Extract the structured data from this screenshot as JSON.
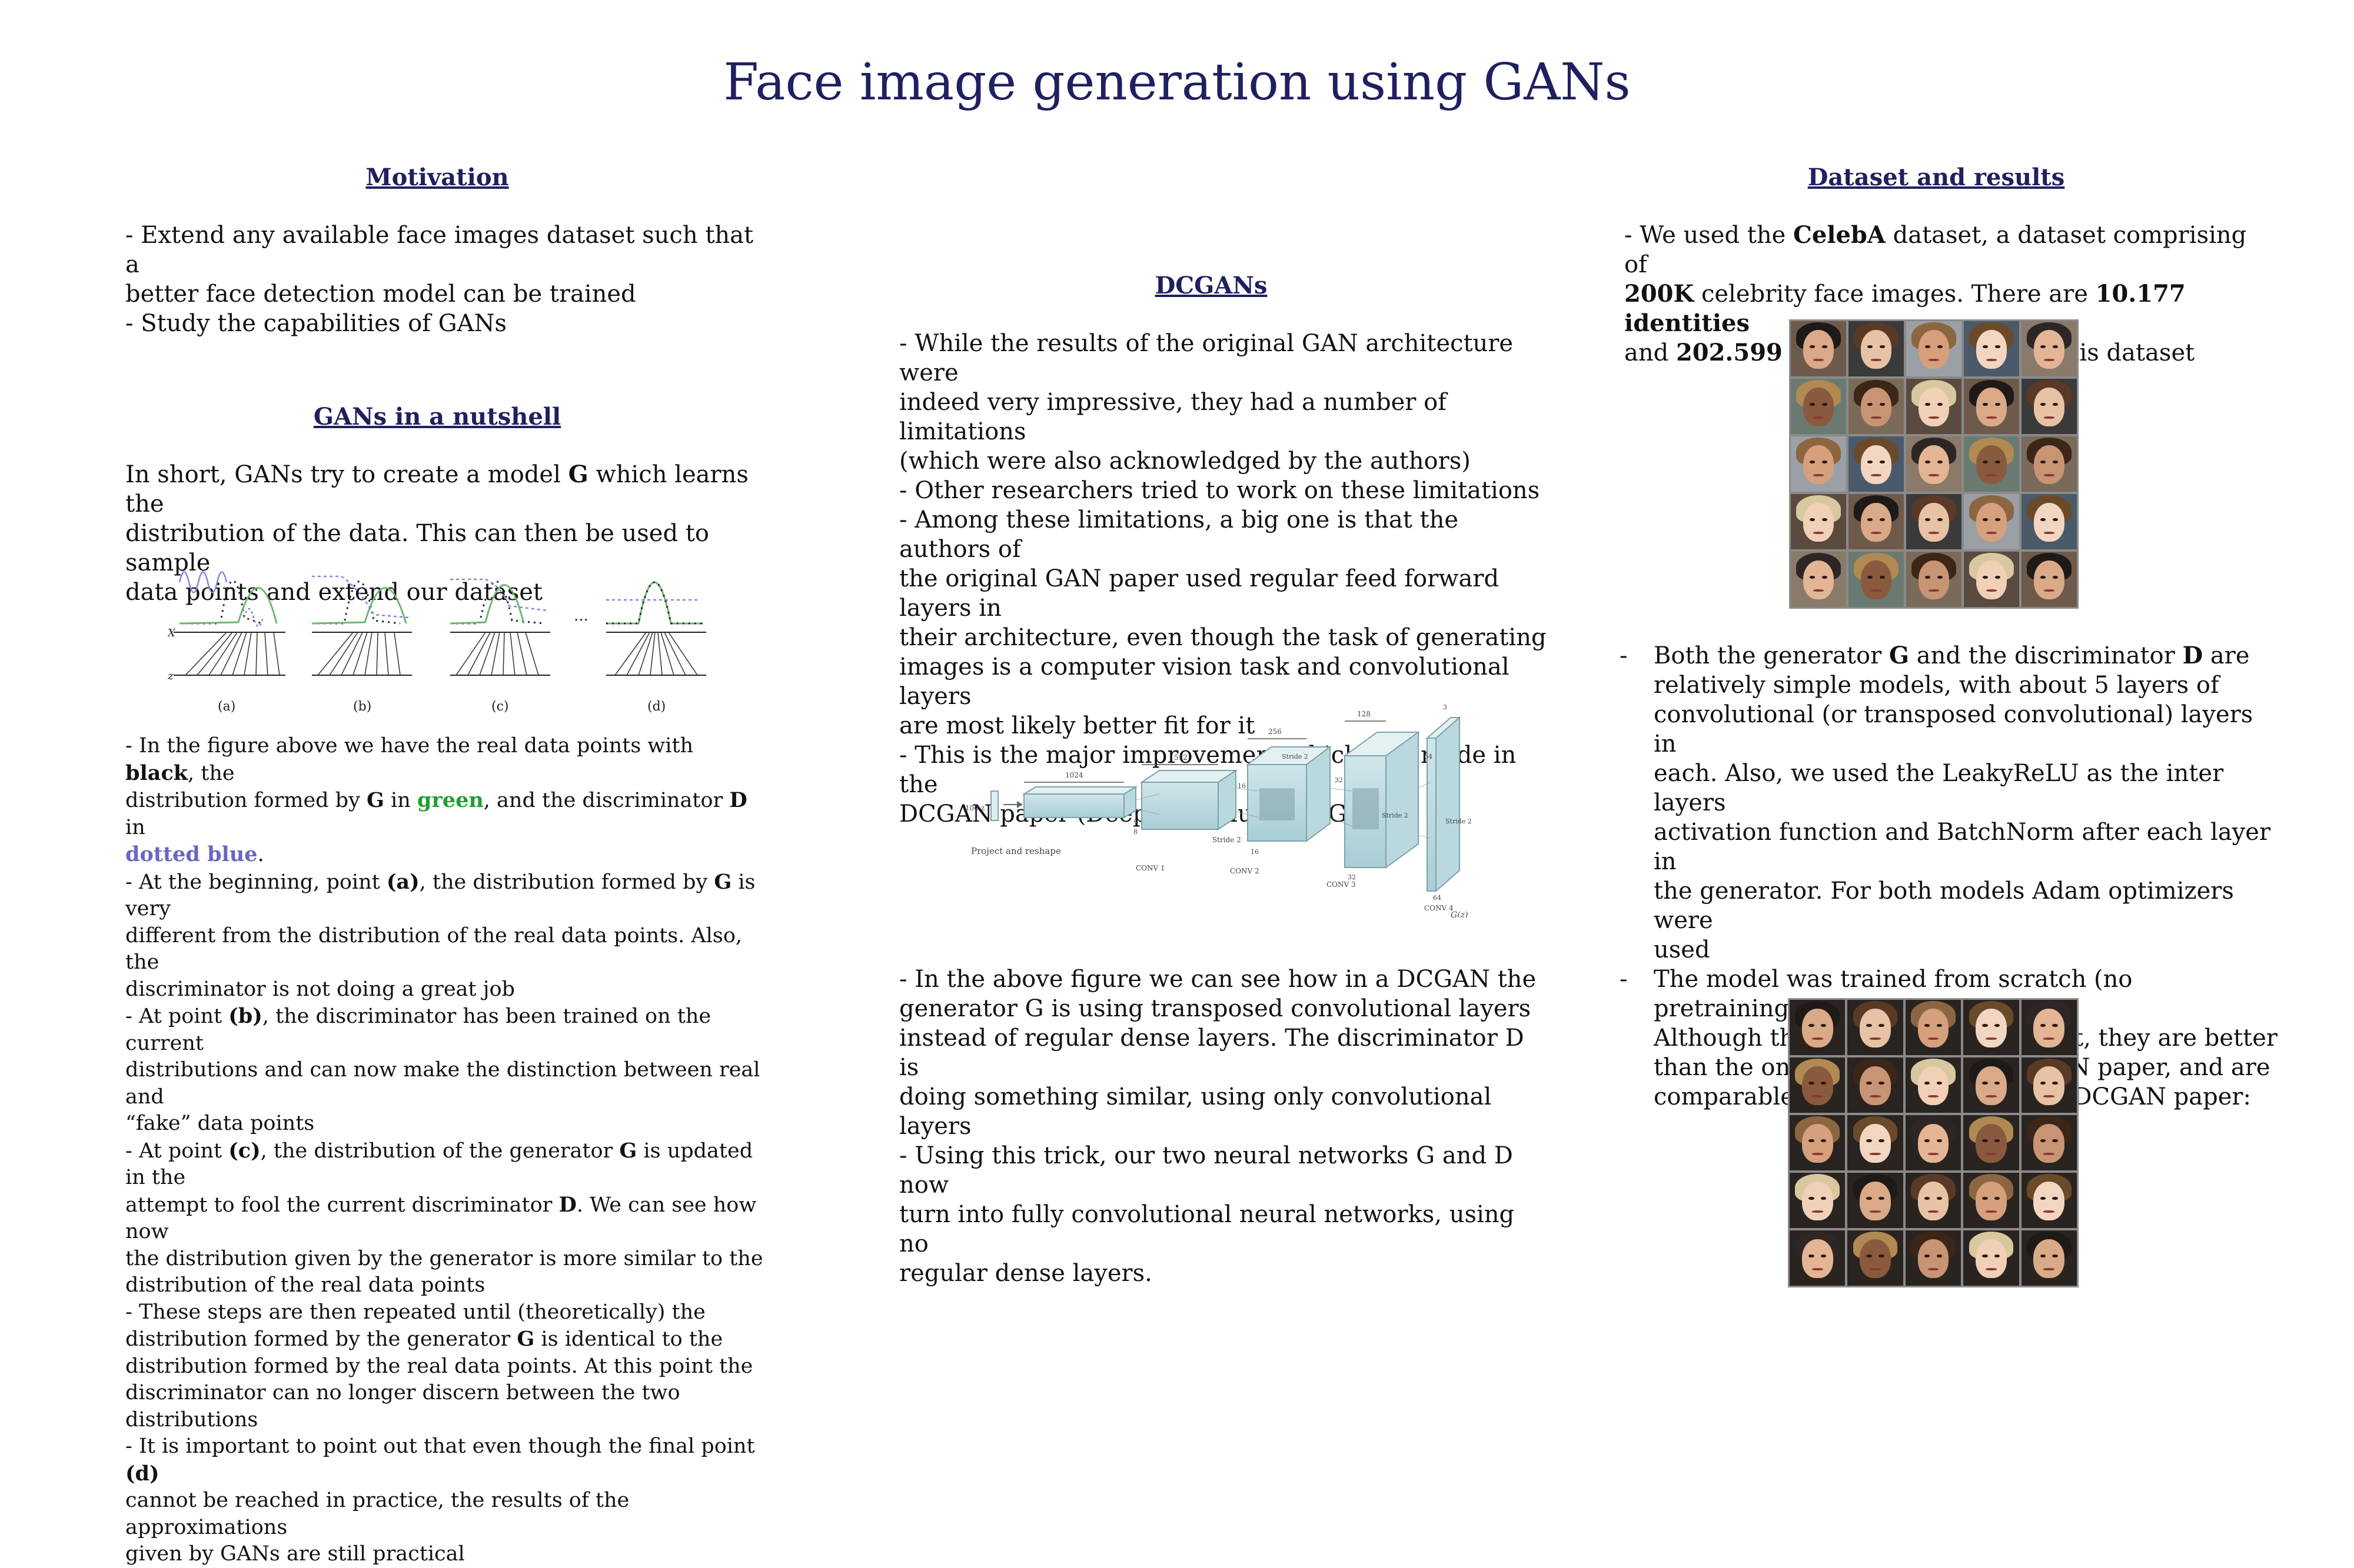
{
  "title": "Face image generation using GANs",
  "motivation": {
    "heading": "Motivation",
    "lines": [
      "- Extend any available face images dataset such that a",
      "better face detection model can be trained",
      "- Study the capabilities of GANs"
    ]
  },
  "nutshell": {
    "heading": "GANs in a nutshell",
    "intro_1": "In short, GANs try to create a model ",
    "intro_g": "G",
    "intro_2": " which learns the",
    "intro_lines": [
      "distribution of the data. This can then be used to sample",
      "data points and extend our dataset"
    ],
    "figure_labels": [
      "(a)",
      "(b)",
      "(c)",
      "(d)"
    ],
    "figure_axis": [
      "X",
      "z"
    ],
    "figure_ellipsis": "...",
    "p1": {
      "a": "- In the figure above we have the real data points with ",
      "black": "black",
      "b": ", the",
      "c": "distribution formed by ",
      "g": "G",
      "d": " in ",
      "green": "green",
      "e": ", and the discriminator ",
      "dd": "D",
      "f": " in",
      "blue": "dotted blue",
      "h": "."
    },
    "p2": {
      "a": "- At the beginning, point ",
      "pa": "(a)",
      "b": ", the distribution formed by ",
      "g": "G",
      "c": " is very",
      "lines": [
        "different from the distribution of the real data points. Also, the",
        "discriminator is not doing a great job"
      ]
    },
    "p3": {
      "a": "- At point ",
      "pb": "(b)",
      "b": ", the discriminator has been trained on the current",
      "lines": [
        "distributions and can now make the distinction between real and",
        "“fake” data points"
      ]
    },
    "p4": {
      "a": "- At point ",
      "pc": "(c)",
      "b": ", the distribution of the generator ",
      "g": "G",
      "c": " is updated in the",
      "d": "attempt to fool the current discriminator ",
      "dd": "D",
      "e": ". We can see how now",
      "lines": [
        "the distribution given by the generator is more similar to the",
        "distribution of the real data points"
      ]
    },
    "p5": {
      "l1": "- These steps are then repeated until (theoretically) the",
      "a": "distribution formed by the generator ",
      "g": "G",
      "b": " is identical to the",
      "lines": [
        "distribution formed by the real data points. At this point the",
        "discriminator can no longer discern between the two",
        "distributions"
      ]
    },
    "p6": {
      "a": "- It is important to point out that even though the final point ",
      "pd": "(d)",
      "lines": [
        "cannot be reached in practice, the results of the approximations",
        "given by GANs are still practical"
      ]
    }
  },
  "dcgan": {
    "heading": "DCGANs",
    "lines": [
      "- While the results of the original GAN architecture were",
      "indeed very impressive, they had a number of limitations",
      "(which were also acknowledged by the authors)",
      "- Other researchers tried to work on these limitations",
      "- Among these limitations, a big one is that the authors of",
      "the original GAN paper used regular feed forward layers in",
      "their architecture, even though the task of generating",
      "images is a computer vision task and convolutional layers",
      "are most likely better fit for it",
      "- This is the major improvement which was made in the",
      "DCGAN paper (Deep Convolutional GAN)"
    ],
    "diagram": {
      "z_label": "100 z",
      "project": "Project and reshape",
      "n1024": "1024",
      "n512": "512",
      "n256": "256",
      "n128": "128",
      "n64": "64",
      "n3": "3",
      "n4": "4",
      "n8": "8",
      "n16": "16",
      "n32": "32",
      "conv1": "CONV 1",
      "conv2": "CONV 2",
      "conv3": "CONV 3",
      "conv4": "CONV 4",
      "stride2": "Stride 2",
      "gz": "G(z)"
    },
    "after_lines": [
      "- In the above figure we can see how in a DCGAN the",
      "generator G is using transposed convolutional layers",
      "instead of regular dense layers. The discriminator D is",
      "doing something similar, using only convolutional layers",
      "- Using this trick, our two neural networks G and D now",
      "turn into fully convolutional neural networks, using no",
      "regular dense layers."
    ]
  },
  "dataset": {
    "heading": "Dataset and results",
    "l1a": "- We used the ",
    "celeba": "CelebA",
    "l1b": " dataset, a dataset comprising of",
    "k200": "200K",
    "l2a": " celebrity face images. There are ",
    "ids": "10.177 identities",
    "l3a": "and ",
    "total": "202.599 total face images",
    "l3b": " in this dataset",
    "bullet1": {
      "dash": "-",
      "a": "Both the generator ",
      "g": "G",
      "b": " and the discriminator ",
      "d": "D",
      "c": " are",
      "lines": [
        "relatively simple models, with about 5 layers of",
        "convolutional (or transposed convolutional) layers in",
        "each. Also, we used the LeakyReLU as the inter layers",
        "activation function and BatchNorm after each layer in",
        "the generator. For both models Adam optimizers were",
        "used"
      ]
    },
    "bullet2": {
      "dash": "-",
      "lines": [
        "The model was trained from scratch (no pretraining).",
        "Although the results are not perfect, they are better",
        "than the ones from the original GAN paper, and are",
        "comparable with the results of the DCGAN paper:"
      ]
    }
  },
  "colors": {
    "heading": "#1f2060",
    "green": "#1fa02f",
    "blue": "#6a66c4"
  }
}
